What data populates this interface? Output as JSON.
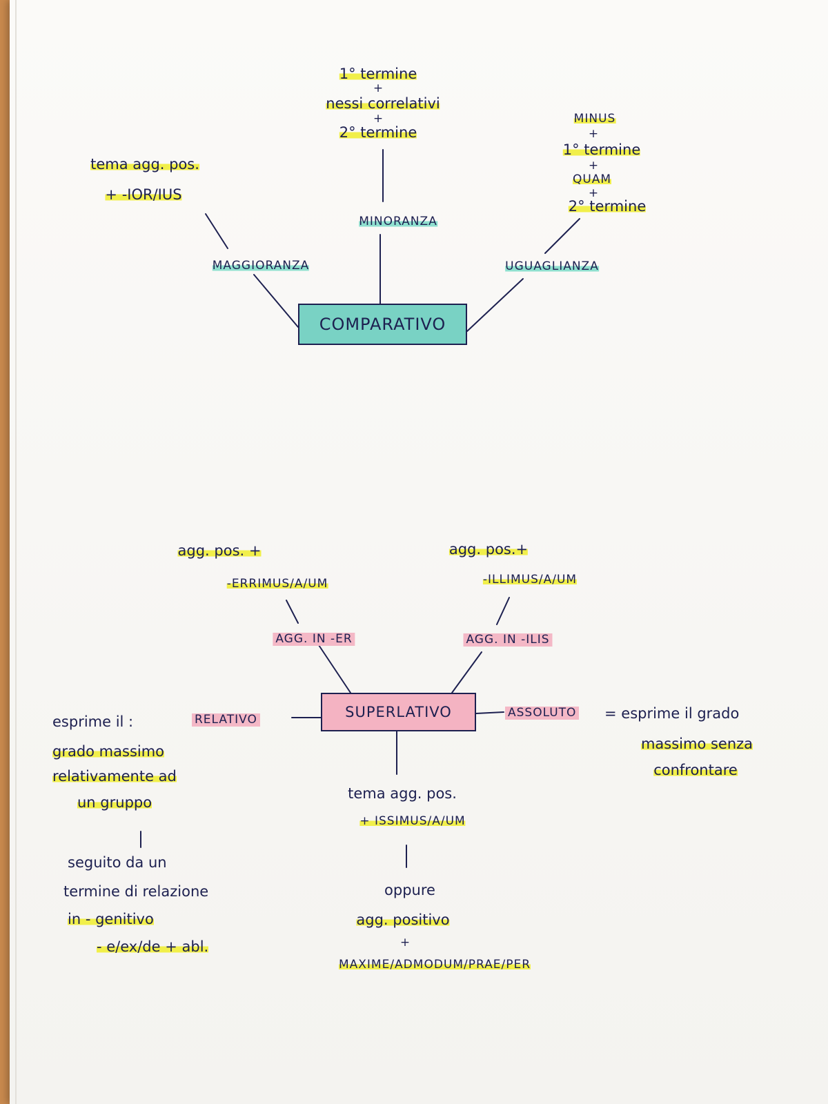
{
  "comparativo": {
    "title": "COMPARATIVO",
    "maggioranza": {
      "label": "MAGGIORANZA",
      "rule_line1": "tema agg. pos.",
      "rule_line2": "+ -IOR/IUS"
    },
    "minoranza": {
      "label": "MINORANZA",
      "rule_line1": "1° termine",
      "plus1": "+",
      "rule_line2": "nessi correlativi",
      "plus2": "+",
      "rule_line3": "2° termine"
    },
    "uguaglianza": {
      "label": "UGUAGLIANZA",
      "rule_line1": "MINUS",
      "plus1": "+",
      "rule_line2": "1° termine",
      "plus2": "+",
      "rule_line3": "QUAM",
      "plus3": "+",
      "rule_line4": "2° termine"
    }
  },
  "superlativo": {
    "title": "SUPERLATIVO",
    "agg_er": {
      "label": "AGG. IN -ER",
      "rule_line1": "agg. pos. +",
      "rule_line2": "-ERRIMUS/A/UM"
    },
    "agg_ilis": {
      "label": "AGG. IN -ILIS",
      "rule_line1": "agg. pos.+",
      "rule_line2": "-ILLIMUS/A/UM"
    },
    "relativo": {
      "label": "RELATIVO",
      "desc_line1": "esprime il :",
      "desc_line2": "grado massimo",
      "desc_line3": "relativamente ad",
      "desc_line4": "un gruppo",
      "followed_line1": "seguito da un",
      "followed_line2": "termine di relazione",
      "followed_line3": "in - genitivo",
      "followed_line4": "- e/ex/de + abl."
    },
    "assoluto": {
      "label": "ASSOLUTO",
      "desc_line1": "= esprime il grado",
      "desc_line2": "massimo senza",
      "desc_line3": "confrontare"
    },
    "base": {
      "rule_line1": "tema agg. pos.",
      "rule_line2": "+ ISSIMUS/A/UM",
      "oppure": "oppure",
      "alt_line1": "agg. positivo",
      "alt_plus": "+",
      "alt_line2": "MAXIME/ADMODUM/PRAE/PER"
    }
  },
  "colors": {
    "ink": "#1d2050",
    "highlight_yellow": "#f1ef4a",
    "highlight_teal": "#8fe0cf",
    "highlight_pink": "#f4b8c6"
  }
}
